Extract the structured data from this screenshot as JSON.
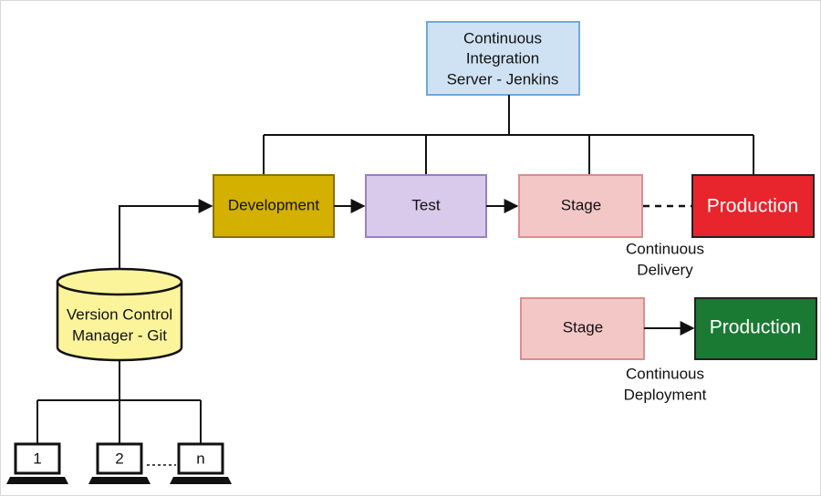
{
  "diagram": {
    "ci_server": {
      "lines": [
        "Continuous",
        "Integration",
        "Server - Jenkins"
      ],
      "fill": "#cfe2f3",
      "stroke": "#6fa8dc"
    },
    "pipeline": {
      "development": {
        "label": "Development",
        "fill": "#d4b000",
        "stroke": "#8a7000"
      },
      "test": {
        "label": "Test",
        "fill": "#d9c9ea",
        "stroke": "#9a7fc4"
      },
      "stage": {
        "label": "Stage",
        "fill": "#f4c7c7",
        "stroke": "#d98f8f"
      },
      "production": {
        "label": "Production",
        "fill": "#e8242c",
        "stroke": "#222222"
      }
    },
    "continuous_delivery": {
      "lines": [
        "Continuous",
        "Delivery"
      ]
    },
    "deployment": {
      "stage": {
        "label": "Stage",
        "fill": "#f4c7c7",
        "stroke": "#d98f8f"
      },
      "production": {
        "label": "Production",
        "fill": "#1a7a33",
        "stroke": "#222222"
      },
      "caption_lines": [
        "Continuous",
        "Deployment"
      ]
    },
    "vcs": {
      "lines": [
        "Version Control",
        "Manager - Git"
      ],
      "fill": "#fbf49a",
      "stroke": "#111111"
    },
    "clients": [
      {
        "label": "1"
      },
      {
        "label": "2"
      },
      {
        "label": "n"
      }
    ],
    "line_color": "#111111"
  }
}
